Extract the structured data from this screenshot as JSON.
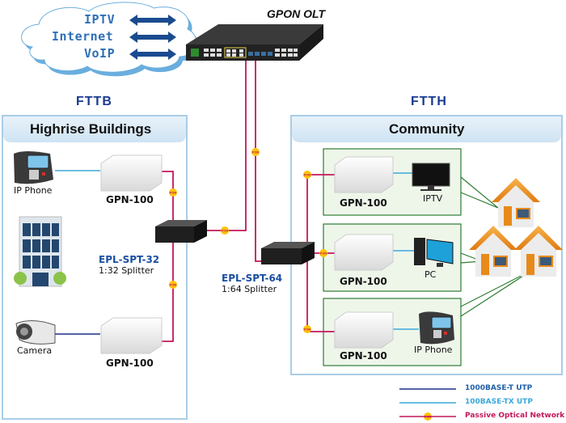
{
  "title": "GPON OLT",
  "cloud": {
    "services": [
      "IPTV",
      "Internet",
      "VoIP"
    ]
  },
  "sections": {
    "fttb": {
      "label": "FTTB",
      "panel_title": "Highrise Buildings",
      "devices": {
        "ip_phone": "IP Phone",
        "camera": "Camera",
        "onu_top": "GPN-100",
        "onu_bottom": "GPN-100"
      },
      "splitter": {
        "model": "EPL-SPT-32",
        "desc": "1:32 Splitter"
      }
    },
    "ftth": {
      "label": "FTTH",
      "panel_title": "Community",
      "groups": [
        {
          "onu": "GPN-100",
          "client": "IPTV"
        },
        {
          "onu": "GPN-100",
          "client": "PC"
        },
        {
          "onu": "GPN-100",
          "client": "IP Phone"
        }
      ]
    },
    "center_splitter": {
      "model": "EPL-SPT-64",
      "desc": "1:64 Splitter"
    }
  },
  "pon_badge": "PON",
  "legend": [
    {
      "label": "1000BASE-T UTP",
      "color": "#1f2f8a"
    },
    {
      "label": "100BASE-TX UTP",
      "color": "#3aa8dc"
    },
    {
      "label": "Passive Optical Network",
      "color": "#c2185b"
    }
  ],
  "colors": {
    "pon_line": "#c2185b",
    "utp_1000": "#1f2f8a",
    "utp_100": "#3aa8dc",
    "panel_border": "#a9cde8",
    "panel_header": "#dbeaf6",
    "section_label": "#1a3a8f",
    "group_border": "#2e7d32",
    "group_fill": "#eef6ea"
  }
}
